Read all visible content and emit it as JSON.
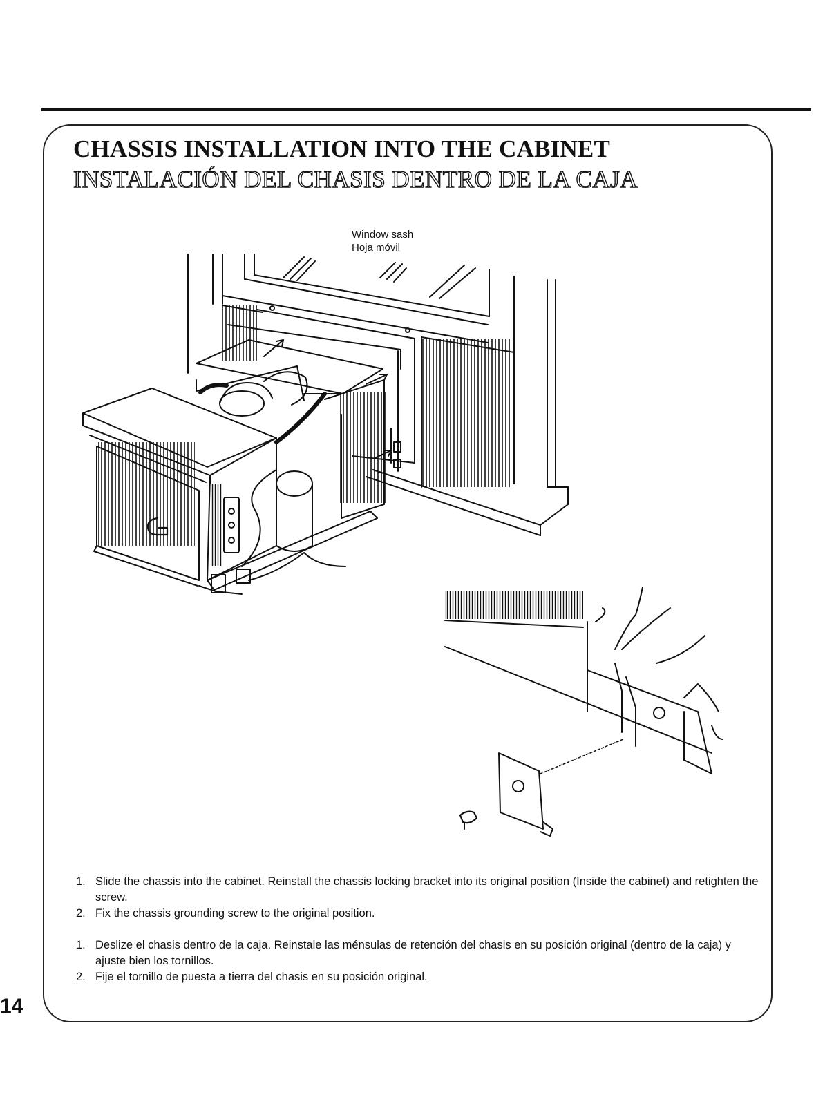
{
  "page": {
    "title_en": "CHASSIS INSTALLATION INTO THE CABINET",
    "title_es": "INSTALACIÓN DEL CHASIS DENTRO DE LA CAJA",
    "page_number": "14"
  },
  "illustration": {
    "callout_en": "Window sash",
    "callout_es": "Hoja móvil"
  },
  "steps_en": [
    {
      "num": "1.",
      "text": "Slide the chassis into the cabinet. Reinstall the chassis locking bracket into its original position (Inside the cabinet) and retighten the screw."
    },
    {
      "num": "2.",
      "text": "Fix the chassis grounding screw to the original position."
    }
  ],
  "steps_es": [
    {
      "num": "1.",
      "text": "Deslize el chasis dentro de la caja. Reinstale las ménsulas de retención del chasis en su posición original (dentro de la caja) y ajuste bien los tornillos."
    },
    {
      "num": "2.",
      "text": "Fije el tornillo de puesta a tierra del chasis en su posición original."
    }
  ]
}
